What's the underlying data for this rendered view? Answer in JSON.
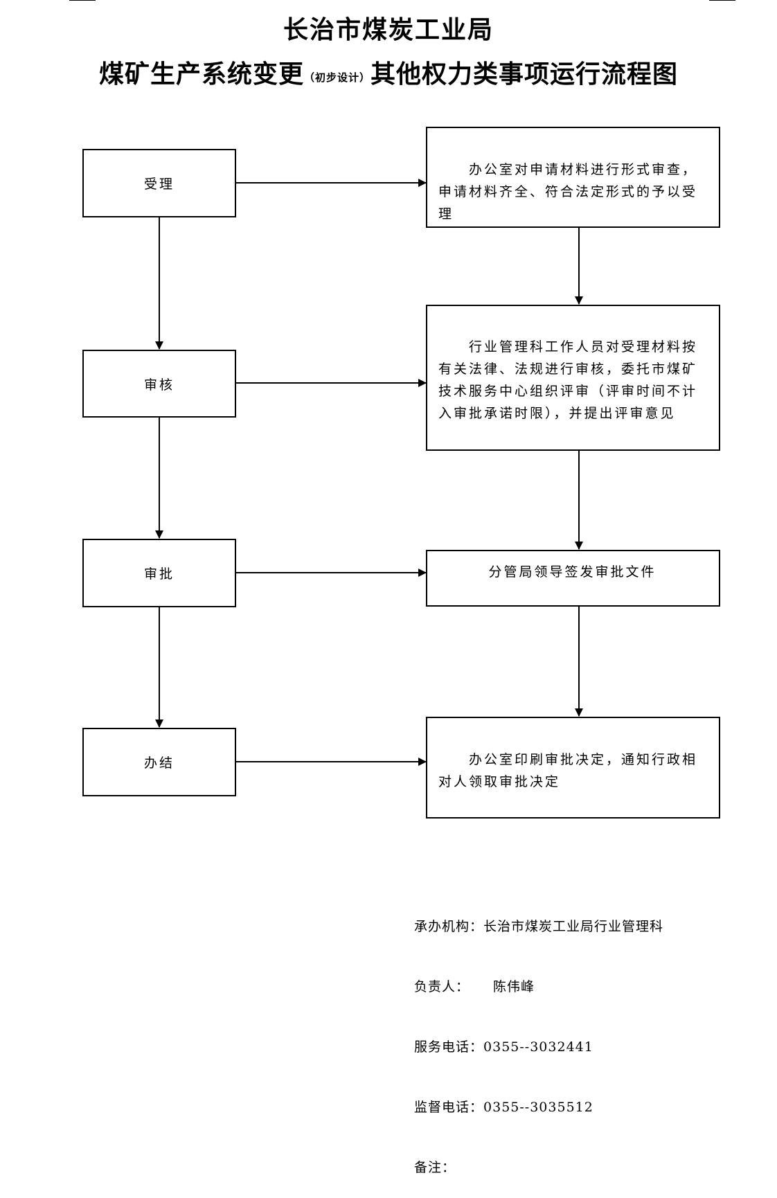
{
  "header": {
    "title_line1": "长治市煤炭工业局",
    "title_line2_main": "煤矿生产系统变更",
    "title_line2_small": "（初步设计）",
    "title_line2_tail": "其他权力类事项运行流程图"
  },
  "stages": [
    {
      "label": "受理"
    },
    {
      "label": "审核"
    },
    {
      "label": "审批"
    },
    {
      "label": "办结"
    }
  ],
  "descriptions": [
    {
      "text": "办公室对申请材料进行形式审查，申请材料齐全、符合法定形式的予以受理"
    },
    {
      "text": "行业管理科工作人员对受理材料按有关法律、法规进行审核，委托市煤矿技术服务中心组织评审（评审时间不计入审批承诺时限），并提出评审意见"
    },
    {
      "text": "分管局领导签发审批文件"
    },
    {
      "text": "办公室印刷审批决定，通知行政相对人领取审批决定"
    }
  ],
  "footer": {
    "org_label": "承办机构：",
    "org_value": "长治市煤炭工业局行业管理科",
    "owner_label": "负责人：",
    "owner_value": "陈伟峰",
    "service_phone_label": "服务电话：",
    "service_phone_value": "0355--3032441",
    "supervise_phone_label": "监督电话：",
    "supervise_phone_value": "0355--3035512",
    "remark_label": "备注："
  }
}
